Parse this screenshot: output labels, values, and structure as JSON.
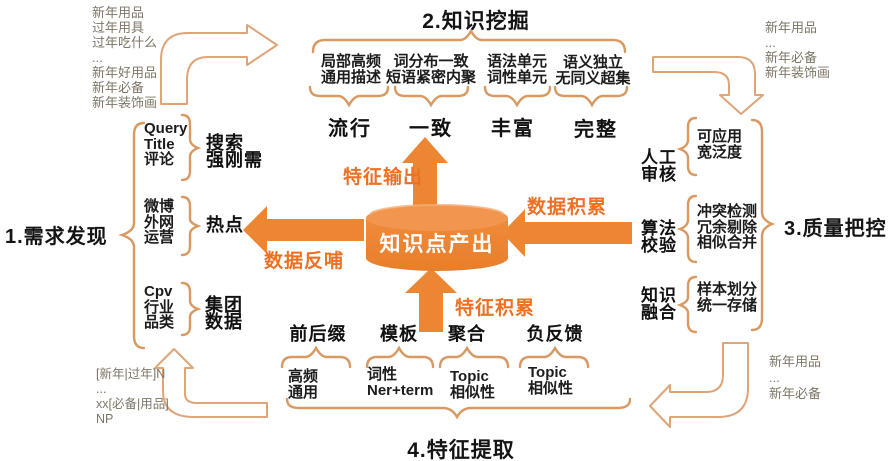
{
  "colors": {
    "orange_solid": "#ED8633",
    "orange_label": "#EC7124",
    "brace": "#D89A62",
    "outline_arrow": "#DFA478",
    "note_gray": "#7E7566",
    "text_dark": "#1C1C1C",
    "cylinder_top": "#F2964F",
    "cylinder_body": "#ED8430"
  },
  "notes": {
    "top_left": "新年用品\n过年用具\n过年吃什么\n...\n新年好用品\n新年必备\n新年装饰画",
    "top_right": "新年用品\n...\n新年必备\n新年装饰画",
    "bottom_right": "新年用品\n...\n新年必备",
    "bottom_left": "[新年|过年]N\n...\nxx[必备|用品]\nNP"
  },
  "center": {
    "cylinder_label": "知识点产出",
    "arrow_up_label": "特征输出",
    "arrow_left_label": "数据反哺",
    "arrow_right_label": "数据积累",
    "arrow_bottom_label": "特征积累"
  },
  "demand": {
    "title": "1.需求发现",
    "items": [
      {
        "source": "Query\nTitle\n评论",
        "keyword": "搜索\n强刚需"
      },
      {
        "source": "微博\n外网\n运营",
        "keyword": "热点"
      },
      {
        "source": "Cpv\n行业\n品类",
        "keyword": "集团\n数据"
      }
    ]
  },
  "mining": {
    "title": "2.知识挖掘",
    "items": [
      {
        "desc": "局部高频\n通用描述",
        "keyword": "流行"
      },
      {
        "desc": "词分布一致\n短语紧密内聚",
        "keyword": "一致"
      },
      {
        "desc": "语法单元\n词性单元",
        "keyword": "丰富"
      },
      {
        "desc": "语义独立\n无同义超集",
        "keyword": "完整"
      }
    ]
  },
  "quality": {
    "title": "3.质量把控",
    "items": [
      {
        "keyword": "人工\n审核",
        "desc": "可应用\n宽泛度"
      },
      {
        "keyword": "算法\n校验",
        "desc": "冲突检测\n冗余剔除\n相似合并"
      },
      {
        "keyword": "知识\n融合",
        "desc": "样本划分\n统一存储"
      }
    ]
  },
  "extraction": {
    "title": "4.特征提取",
    "items": [
      {
        "keyword": "前后缀",
        "desc": "高频\n通用"
      },
      {
        "keyword": "模板",
        "desc": "词性\nNer+term"
      },
      {
        "keyword": "聚合",
        "desc": "Topic\n相似性"
      },
      {
        "keyword": "负反馈",
        "desc": "Topic\n相似性"
      }
    ]
  }
}
